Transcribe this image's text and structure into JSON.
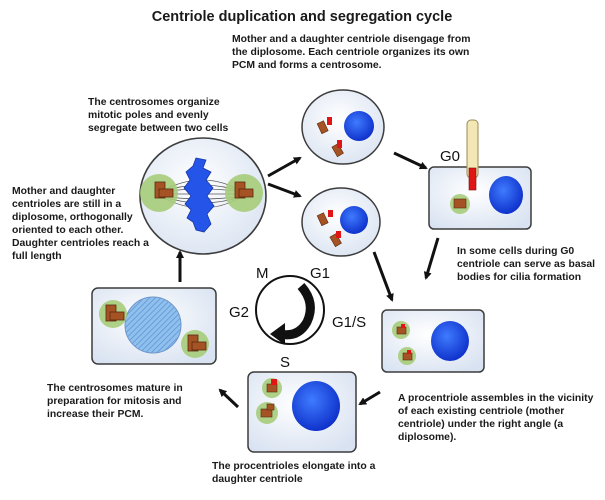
{
  "title": "Centriole duplication and segregation cycle",
  "captions": {
    "disengage": "Mother and a daughter centriole disengage from the diplosome. Each centriole organizes its own PCM and forms a centrosome.",
    "mitotic_poles": "The centrosomes organize mitotic poles and evenly segregate between two cells",
    "diplosome": "Mother and daughter centrioles are still in a diplosome,  orthogonally oriented to each other. Daughter centrioles reach a full length",
    "basal_bodies": "In some cells during G0 centriole can serve as basal bodies for cilia formation",
    "procentriole_assembly": "A procentriole assembles in the vicinity of each existing centriole (mother centriole) under the right angle (a diplosome).",
    "maturation": "The centrosomes mature in preparation for mitosis and increase their PCM.",
    "elongation": "The procentrioles elongate into a daughter centriole"
  },
  "phases": {
    "m": "M",
    "g1": "G1",
    "g1s": "G1/S",
    "s": "S",
    "g2": "G2",
    "g0": "G0"
  },
  "colors": {
    "cell_fill": "#dde6f3",
    "cell_stroke": "#3c3c3c",
    "nucleus": "#1e4fe6",
    "pcm": "#a6cc7a",
    "centriole": "#a55224",
    "procentriole": "#e01616",
    "cilium": "#f3e7b5"
  }
}
